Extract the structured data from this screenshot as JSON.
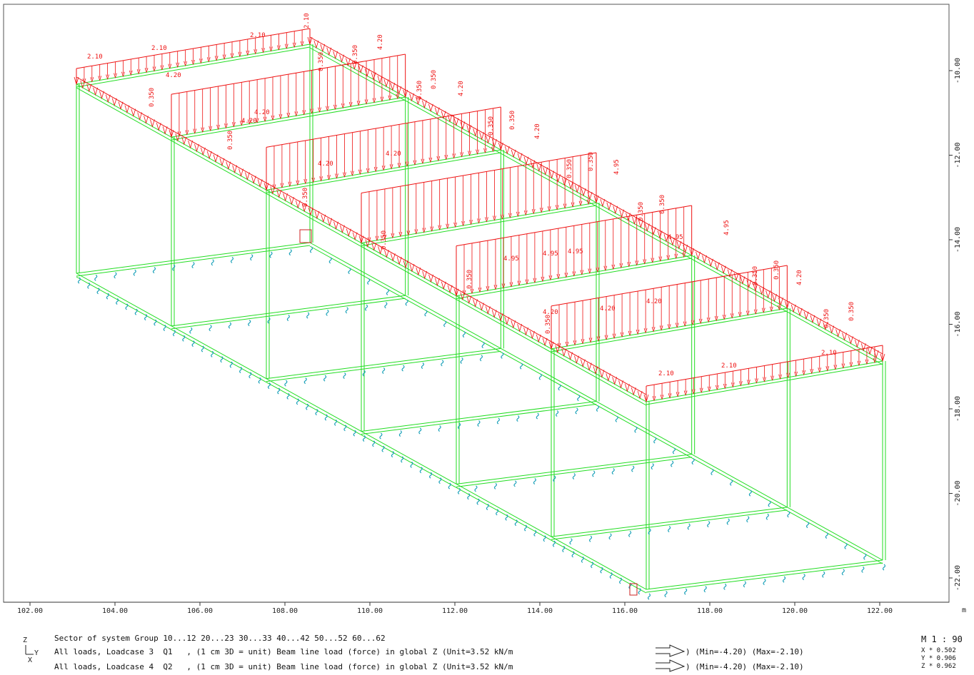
{
  "x_axis": {
    "ticks": [
      "102.00",
      "104.00",
      "106.00",
      "108.00",
      "110.00",
      "112.00",
      "114.00",
      "116.00",
      "118.00",
      "120.00",
      "122.00"
    ],
    "unit": "m"
  },
  "y_axis": {
    "ticks": [
      "-10.00",
      "-12.00",
      "-14.00",
      "-16.00",
      "-18.00",
      "-20.00",
      "-22.00"
    ]
  },
  "load_labels": {
    "edge": [
      "2.10",
      "2.10",
      "2.10",
      "2.10",
      "2.10",
      "2.10",
      "2.10"
    ],
    "bay": [
      "4.20",
      "4.20",
      "4.20",
      "4.20",
      "4.20",
      "4.20",
      "4.20",
      "4.20",
      "4.20",
      "4.20",
      "4.20",
      "4.20"
    ],
    "heavy": [
      "4.95",
      "4.95",
      "4.95",
      "4.95",
      "4.95",
      "4.95"
    ],
    "rail": [
      "0.350",
      "0.350",
      "0.350",
      "0.350",
      "0.350",
      "0.350",
      "0.350",
      "0.350",
      "0.350",
      "0.350",
      "0.350",
      "0.350",
      "0.350",
      "0.350",
      "0.350",
      "0.350",
      "0.350",
      "0.350",
      "0.350",
      "0.350"
    ]
  },
  "footer": {
    "line1": "Sector of system Group 10...12 20...23 30...33 40...42 50...52 60...62",
    "line2": "All loads, Loadcase 3  Q1   , (1 cm 3D = unit) Beam line load (force) in global Z (Unit=3.52 kN/m",
    "line3": "All loads, Loadcase 4  Q2   , (1 cm 3D = unit) Beam line load (force) in global Z (Unit=3.52 kN/m",
    "minmax1": ") (Min=-4.20) (Max=-2.10)",
    "minmax2": ") (Min=-4.20) (Max=-2.10)",
    "scale": "M 1 : 90",
    "factor_x": "X * 0.502",
    "factor_y": "Y * 0.906",
    "factor_z": "Z * 0.962"
  },
  "triad": {
    "z": "Z",
    "y": "Y",
    "x": "X"
  },
  "colors": {
    "structure": "#22dd22",
    "load": "#ee1111",
    "support": "#18a0b8",
    "frame": "#333333"
  }
}
